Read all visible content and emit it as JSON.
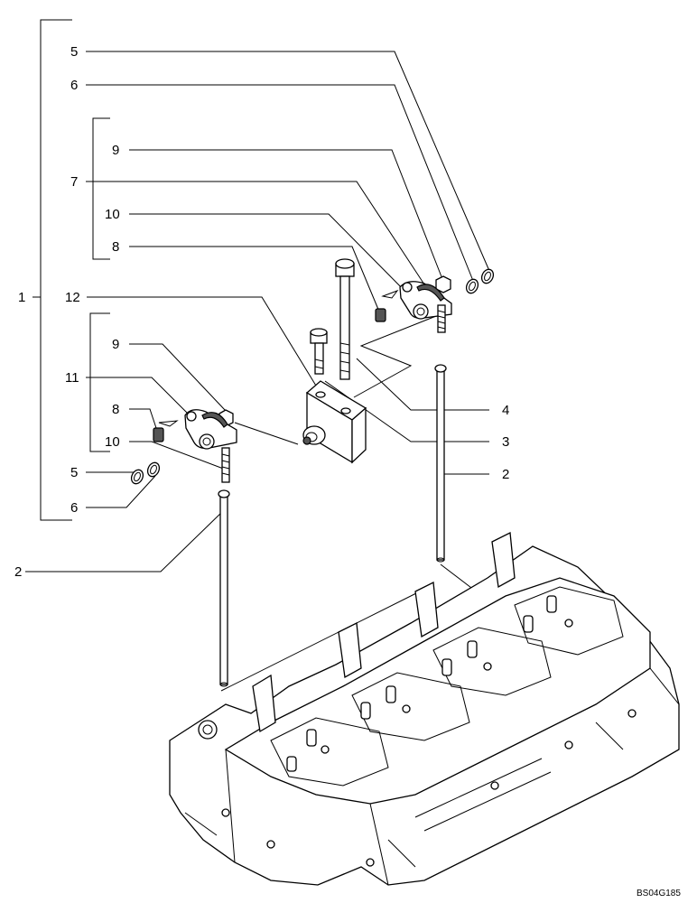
{
  "diagram": {
    "drawing_code": "BS04G185",
    "callouts": {
      "top_5": "5",
      "top_6": "6",
      "top_9": "9",
      "top_7": "7",
      "top_10": "10",
      "top_8": "8",
      "left_1": "1",
      "mid_12": "12",
      "mid_9": "9",
      "mid_11": "11",
      "mid_8": "8",
      "mid_10": "10",
      "mid_5": "5",
      "mid_6": "6",
      "left_2": "2",
      "right_4": "4",
      "right_3": "3",
      "right_2": "2"
    }
  }
}
